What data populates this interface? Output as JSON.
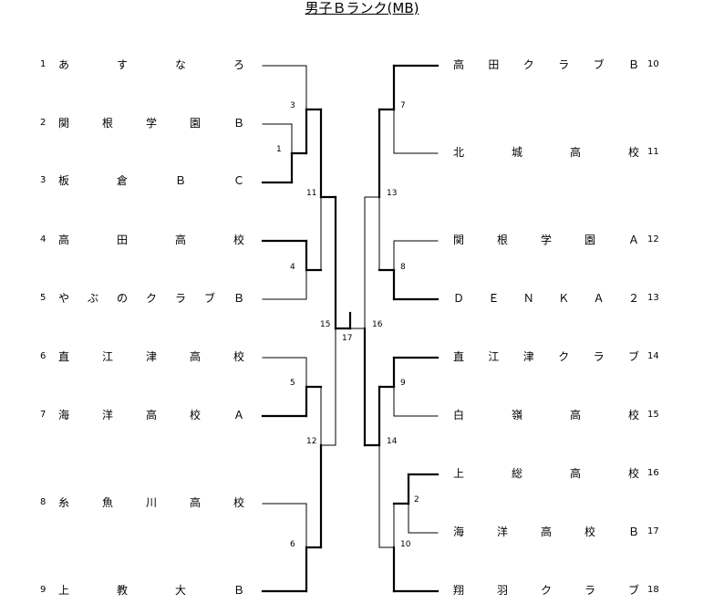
{
  "title": "男子Ｂランク(MB)",
  "teams": [
    {
      "no": "1",
      "name": "あすなろ"
    },
    {
      "no": "2",
      "name": "関根学園Ｂ"
    },
    {
      "no": "3",
      "name": "板倉ＢＣ"
    },
    {
      "no": "4",
      "name": "高田高校"
    },
    {
      "no": "5",
      "name": "やぶのクラブＢ"
    },
    {
      "no": "6",
      "name": "直江津高校"
    },
    {
      "no": "7",
      "name": "海洋高校Ａ"
    },
    {
      "no": "8",
      "name": "糸魚川高校"
    },
    {
      "no": "9",
      "name": "上教大Ｂ"
    },
    {
      "no": "10",
      "name": "高田クラブＢ"
    },
    {
      "no": "11",
      "name": "北城高校"
    },
    {
      "no": "12",
      "name": "関根学園Ａ"
    },
    {
      "no": "13",
      "name": "ＤＥＮＫＡ２"
    },
    {
      "no": "14",
      "name": "直江津クラブ"
    },
    {
      "no": "15",
      "name": "白嶺高校"
    },
    {
      "no": "16",
      "name": "上総高校"
    },
    {
      "no": "17",
      "name": "海洋高校Ｂ"
    },
    {
      "no": "18",
      "name": "翔羽クラブ"
    }
  ],
  "matches": [
    "1",
    "2",
    "3",
    "4",
    "5",
    "6",
    "7",
    "8",
    "9",
    "10",
    "11",
    "12",
    "13",
    "14",
    "15",
    "16",
    "17"
  ]
}
